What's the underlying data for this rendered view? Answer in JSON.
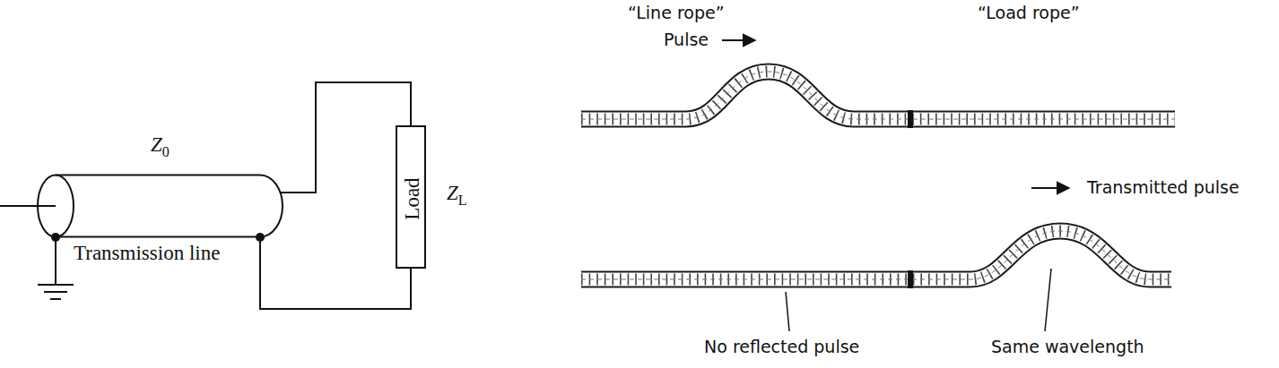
{
  "diagram": {
    "nodes": [
      {
        "text": [
          "Z0",
          "Transmission line"
        ]
      },
      {
        "text": [
          "Load"
        ]
      }
    ],
    "edges": [
      {
        "from": 0,
        "to": 1,
        "arrow": "none"
      },
      {
        "from": 0,
        "to": 1,
        "arrow": "none"
      }
    ],
    "labels": [
      "ZL",
      "“Line rope”",
      "“Load rope”",
      "Pulse",
      "Transmitted pulse",
      "No reflected pulse",
      "Same wavelength"
    ]
  }
}
